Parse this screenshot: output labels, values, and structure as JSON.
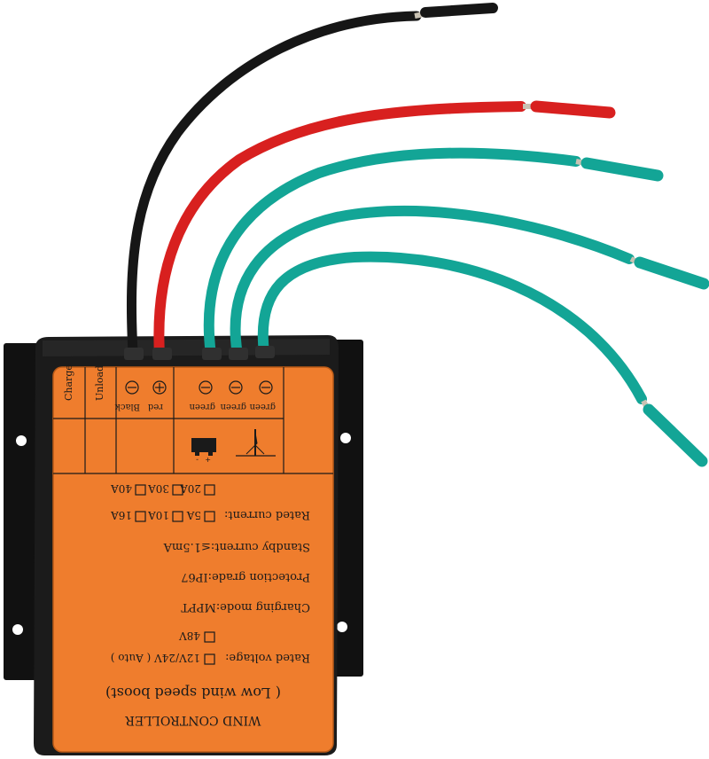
{
  "product": {
    "title": "WIND CONTROLLER",
    "subtitle": "( Low wind speed boost)",
    "rated_voltage_label": "Rated voltage:",
    "rated_voltage_option1": "12V/24V ( Auto )",
    "rated_voltage_option2": "48V",
    "charging_mode": "Charging mode:MPPT",
    "protection_grade": "Protection grade:IP67",
    "standby_current": "Standby current:≤1.5mA",
    "rated_current_label": "Rated current:",
    "rated_current_options_row1": [
      "5A",
      "10A",
      "16A"
    ],
    "rated_current_options_row2": [
      "20A",
      "30A",
      "40A"
    ],
    "led_labels": [
      "Charge",
      "Unload"
    ],
    "terminal_labels": {
      "black": "Black",
      "red": "red",
      "green1": "green",
      "green2": "green",
      "green3": "green"
    }
  },
  "colors": {
    "label_orange": "#ef7d2d",
    "housing": "#1b1b1b",
    "wire_black": "#161616",
    "wire_red": "#d8201f",
    "wire_green": "#13a596",
    "copper": "#c9c2b3"
  }
}
